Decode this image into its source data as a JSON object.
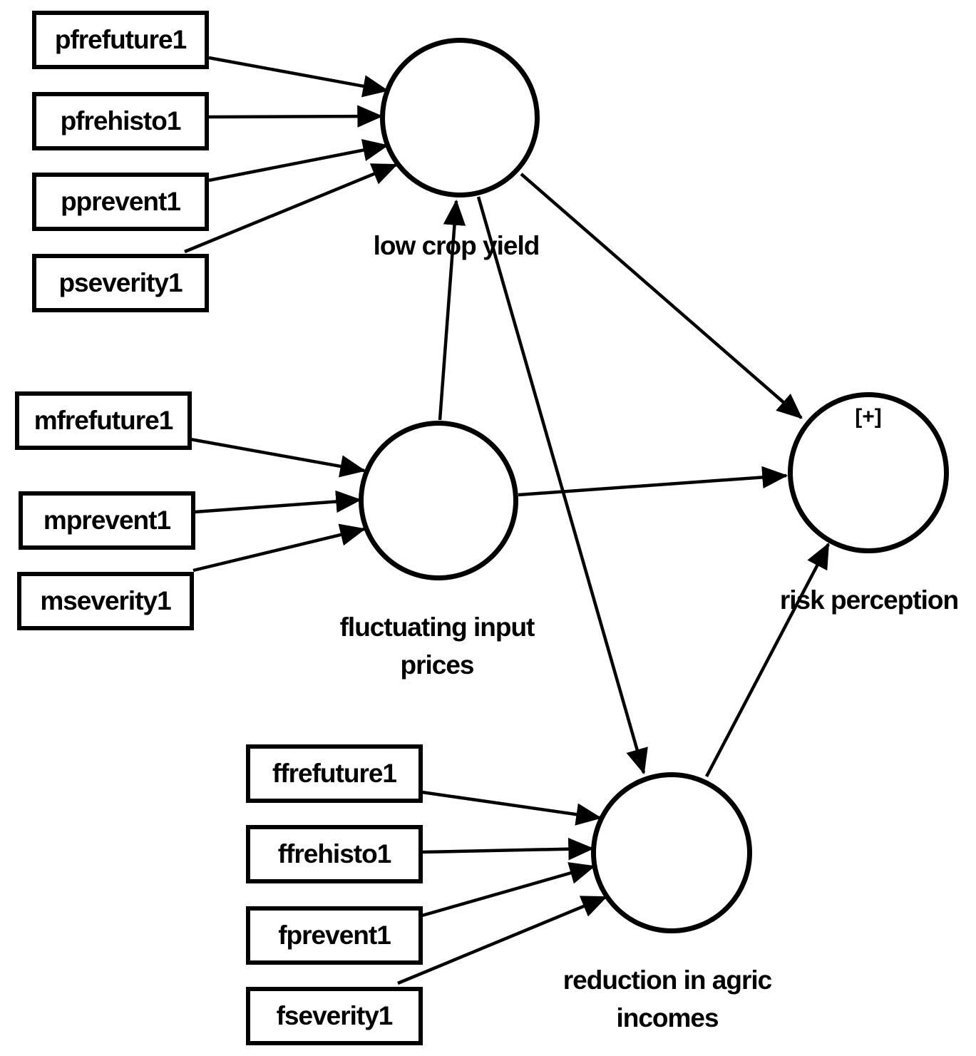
{
  "figure": {
    "type": "structural equation model path diagram",
    "background_color": "#ffffff",
    "line_color": "#000000",
    "text_color": "#000000"
  },
  "constructs": {
    "low_crop_yield": {
      "label": "low crop yield"
    },
    "fluctuating_input_prices": {
      "label": "fluctuating input prices"
    },
    "risk_perception": {
      "label": "risk perception",
      "badge": "[+]"
    },
    "reduction_in_agric_incomes": {
      "label": "reduction in agric incomes"
    }
  },
  "indicators": {
    "low_crop_yield": [
      "pfrefuture1",
      "pfrehisto1",
      "pprevent1",
      "pseverity1"
    ],
    "fluctuating_input_prices": [
      "mfrefuture1",
      "mprevent1",
      "mseverity1"
    ],
    "reduction_in_agric_incomes": [
      "ffrefuture1",
      "ffrehisto1",
      "fprevent1",
      "fseverity1"
    ]
  },
  "paths": [
    {
      "from": "fluctuating input prices",
      "to": "low crop yield"
    },
    {
      "from": "low crop yield",
      "to": "risk perception"
    },
    {
      "from": "fluctuating input prices",
      "to": "risk perception"
    },
    {
      "from": "low crop yield",
      "to": "reduction in agric incomes"
    },
    {
      "from": "reduction in agric incomes",
      "to": "risk perception"
    }
  ]
}
